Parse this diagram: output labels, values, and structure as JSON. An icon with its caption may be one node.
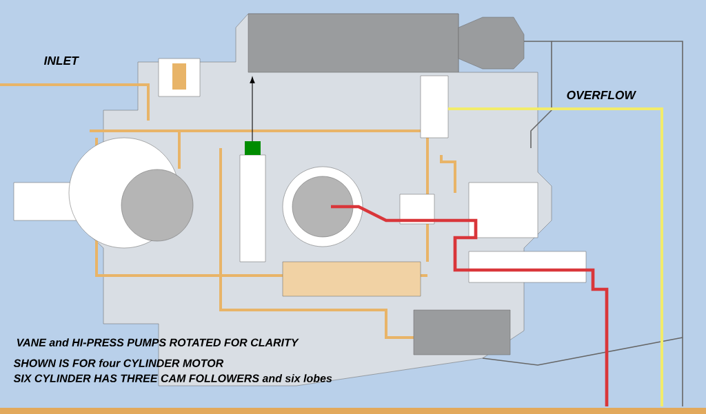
{
  "diagram": {
    "labels": [
      "INLET",
      "OVERFLOW",
      "VANE and HI-PRESS PUMPS ROTATED FOR CLARITY",
      "SHOWN IS FOR four CYLINDER MOTOR",
      "SIX CYLINDER HAS THREE CAM FOLLOWERS and six lobes"
    ]
  }
}
